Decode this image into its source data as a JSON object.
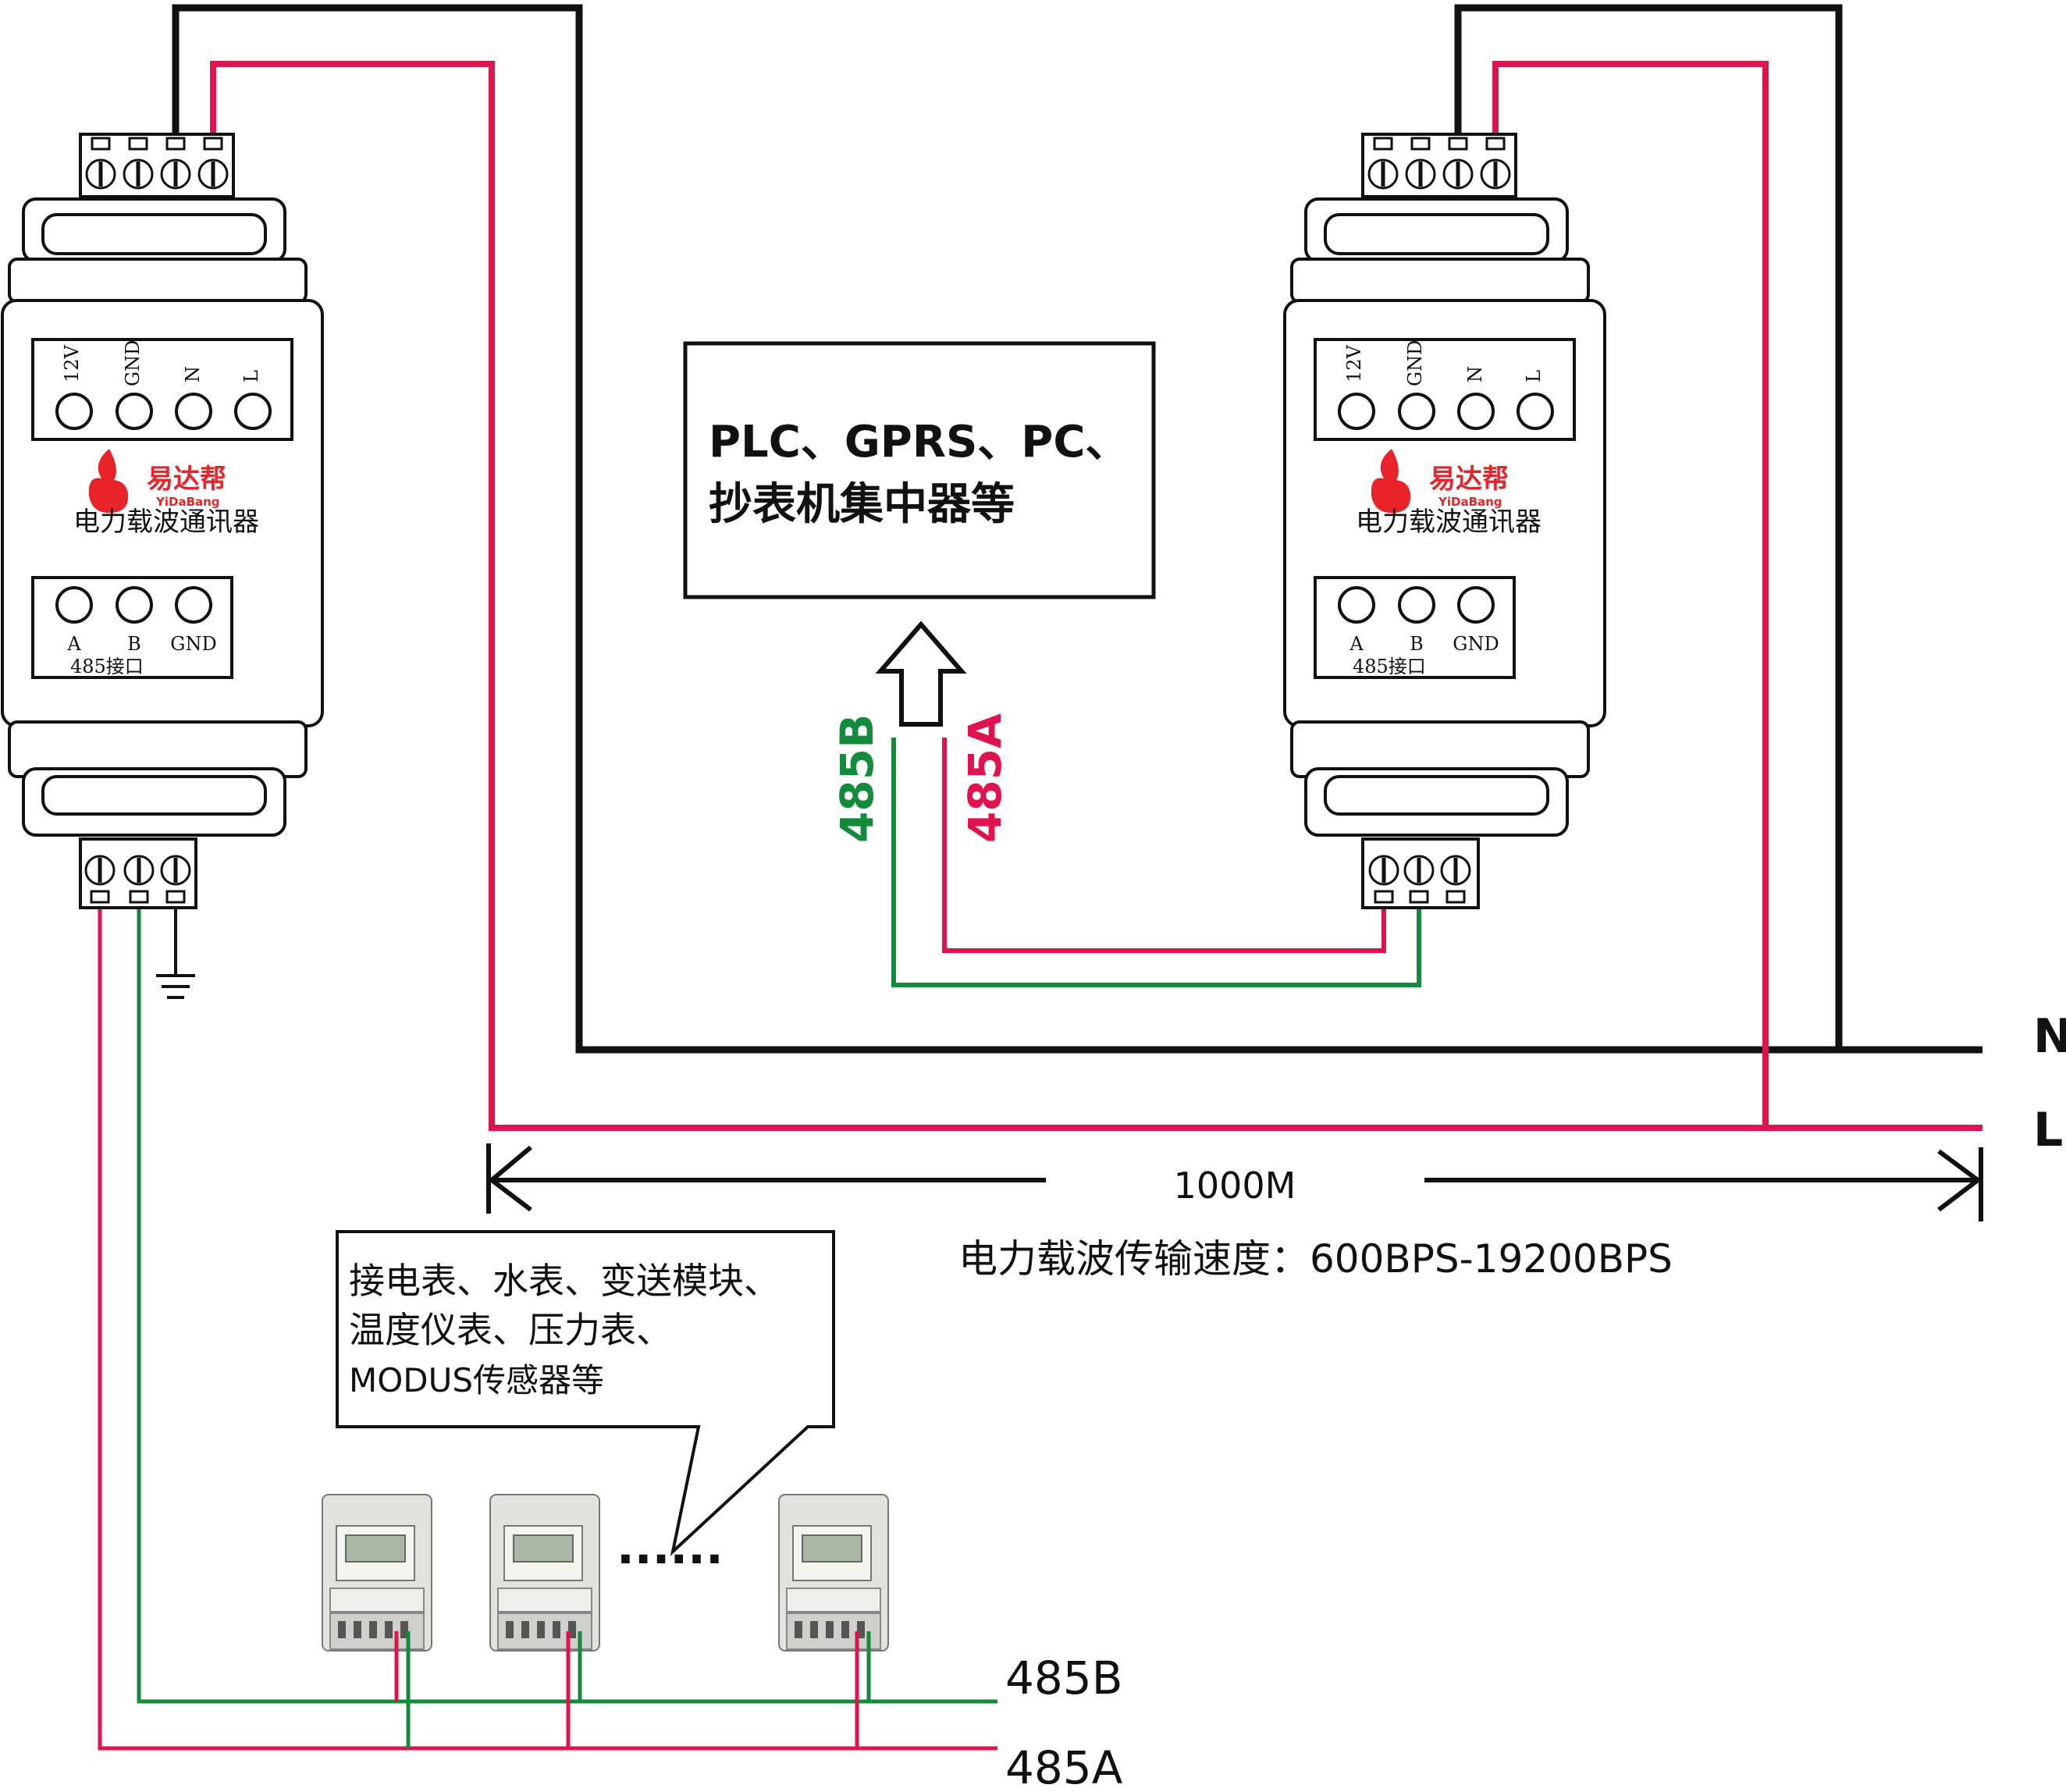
{
  "colors": {
    "black": "#111111",
    "red": "#e0134e",
    "green": "#138a3c",
    "logo_red": "#e8232a",
    "device_fill": "#ffffff",
    "meter_body": "#d9d9d6",
    "meter_lcd": "#a9b7a5"
  },
  "left_module": {
    "top_terminals": [
      "12V",
      "GND",
      "N",
      "L"
    ],
    "brand_name": "易达帮",
    "brand_sub": "YiDaBang",
    "product_name": "电力载波通讯器",
    "port_labels": [
      "A",
      "B",
      "GND"
    ],
    "port_caption": "485接口"
  },
  "right_module": {
    "top_terminals": [
      "12V",
      "GND",
      "N",
      "L"
    ],
    "brand_name": "易达帮",
    "brand_sub": "YiDaBang",
    "product_name": "电力载波通讯器",
    "port_labels": [
      "A",
      "B",
      "GND"
    ],
    "port_caption": "485接口"
  },
  "center_box": {
    "line1": "PLC、GPRS、PC、",
    "line2": "抄表机集中器等"
  },
  "bus_labels": {
    "b_vertical": "485B",
    "a_vertical": "485A",
    "line_n": "N",
    "line_l": "L",
    "bottom_b": "485B",
    "bottom_a": "485A"
  },
  "distance": {
    "value": "1000M",
    "speed": "电力载波传输速度：600BPS-19200BPS"
  },
  "callout": {
    "line1": "接电表、水表、变送模块、",
    "line2": "温度仪表、压力表、",
    "line3": "MODUS传感器等"
  },
  "meters": {
    "ellipsis": "······",
    "count_shown": 3
  }
}
